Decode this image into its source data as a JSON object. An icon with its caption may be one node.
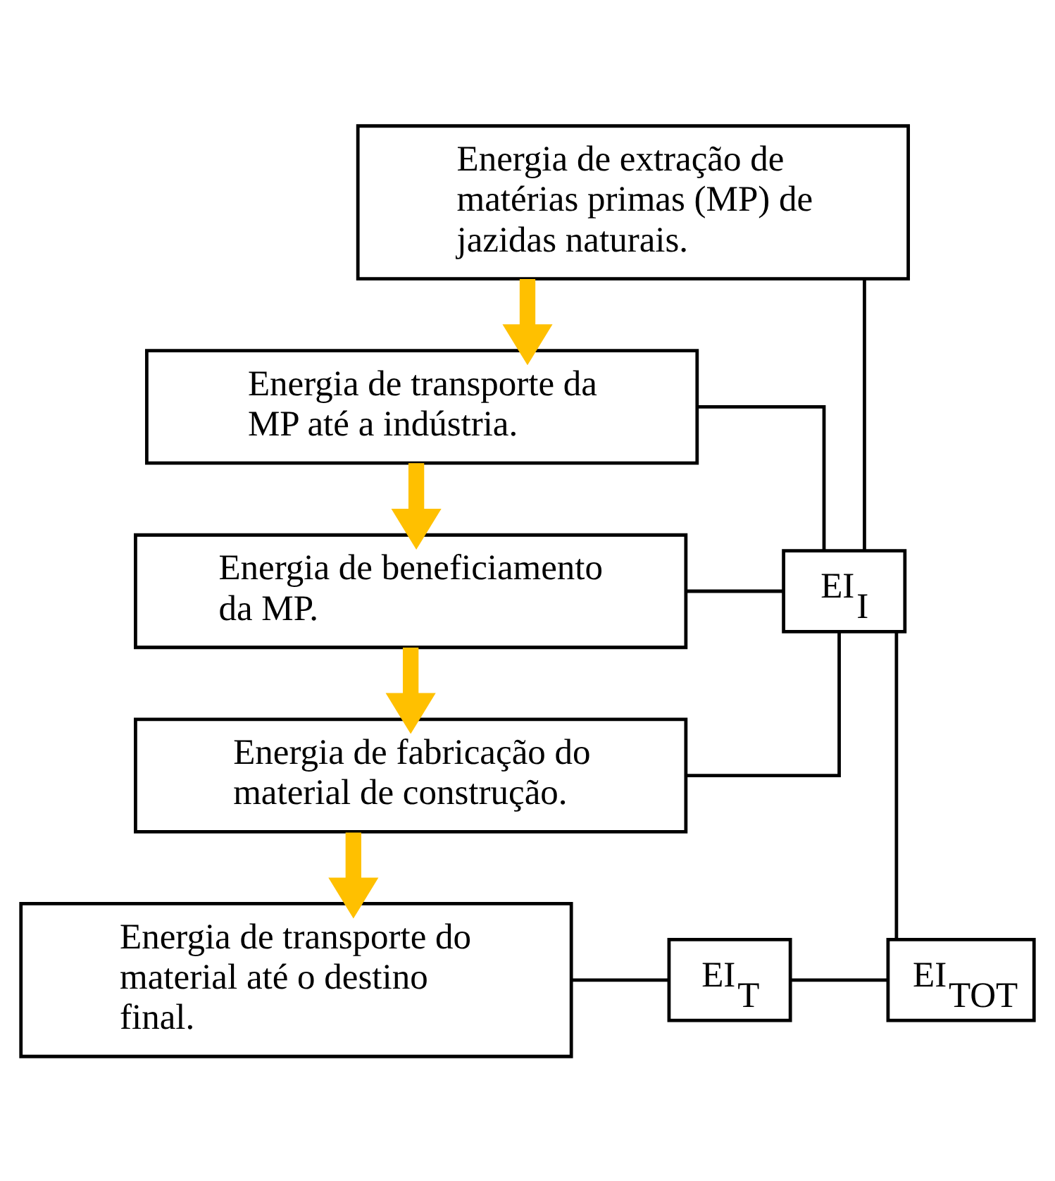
{
  "diagram": {
    "nodes": [
      {
        "text": [
          "Energia de extração de matérias primas (MP) de jazidas naturais."
        ]
      },
      {
        "text": [
          "Energia de transporte da MP até a indústria."
        ]
      },
      {
        "text": [
          "Energia de beneficiamento da MP."
        ]
      },
      {
        "text": [
          "Energia de fabricação do material de construção."
        ]
      },
      {
        "text": [
          "Energia de transporte do material até o destino final."
        ]
      },
      {
        "text": [
          "EI$_{I}$"
        ]
      },
      {
        "text": [
          "EI$_{T}$"
        ]
      },
      {
        "text": [
          "EI$_{TOT}$"
        ]
      }
    ],
    "edges": [
      {
        "from": 0,
        "to": 1,
        "arrow": "to",
        "style": "thick",
        "color": "#ffc000"
      },
      {
        "from": 1,
        "to": 2,
        "arrow": "to",
        "style": "thick",
        "color": "#ffc000"
      },
      {
        "from": 2,
        "to": 3,
        "arrow": "to",
        "style": "thick",
        "color": "#ffc000"
      },
      {
        "from": 3,
        "to": 4,
        "arrow": "to",
        "style": "thick",
        "color": "#ffc000"
      },
      {
        "from": 0,
        "to": 5,
        "arrow": "none"
      },
      {
        "from": 1,
        "to": 5,
        "arrow": "none"
      },
      {
        "from": 2,
        "to": 5,
        "arrow": "none"
      },
      {
        "from": 3,
        "to": 5,
        "arrow": "none"
      },
      {
        "from": 4,
        "to": 6,
        "arrow": "none"
      },
      {
        "from": 6,
        "to": 7,
        "arrow": "none"
      },
      {
        "from": 5,
        "to": 7,
        "arrow": "none"
      }
    ]
  }
}
